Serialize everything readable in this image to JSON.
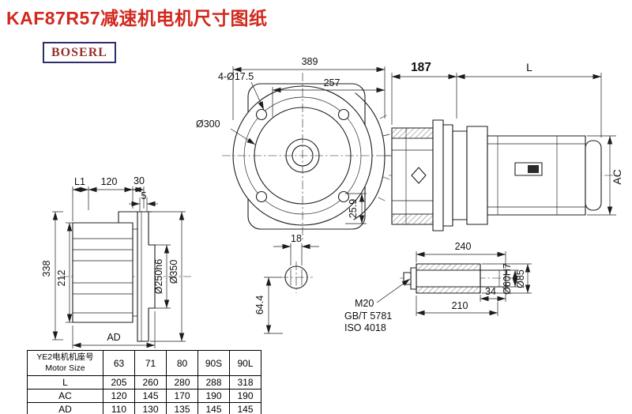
{
  "title": "KAF87R57减速机电机尺寸图纸",
  "logo": "BOSERL",
  "front_view": {
    "dim_389": "389",
    "dim_257": "257",
    "bolt_holes": "4-Ø17.5",
    "dia_300": "Ø300",
    "dim_25_9": "25.9",
    "dim_18": "18",
    "dim_64_4": "64.4"
  },
  "side_assembly_view": {
    "dim_187": "187",
    "dim_L": "L",
    "dim_AC": "AC"
  },
  "left_view": {
    "dim_L1": "L1",
    "dim_120": "120",
    "dim_30": "30",
    "dim_5": "5",
    "dim_338": "338",
    "dim_212": "212",
    "dim_AD": "AD",
    "dia_250h6": "Ø250h6",
    "dia_350": "Ø350"
  },
  "shaft_detail": {
    "dim_240": "240",
    "dim_34": "34",
    "dim_210": "210",
    "thread": "M20",
    "std_gbt": "GB/T 5781",
    "std_iso": "ISO 4018",
    "dia_60h7": "Ø60H7",
    "dia_85": "Ø85"
  },
  "table": {
    "header_cn": "YE2电机机座号",
    "header_en": "Motor Size",
    "columns": [
      "63",
      "71",
      "80",
      "90S",
      "90L"
    ],
    "rows": [
      {
        "label": "L",
        "values": [
          "205",
          "260",
          "280",
          "288",
          "318"
        ]
      },
      {
        "label": "AC",
        "values": [
          "120",
          "145",
          "170",
          "190",
          "190"
        ]
      },
      {
        "label": "AD",
        "values": [
          "110",
          "130",
          "135",
          "145",
          "145"
        ]
      }
    ]
  }
}
